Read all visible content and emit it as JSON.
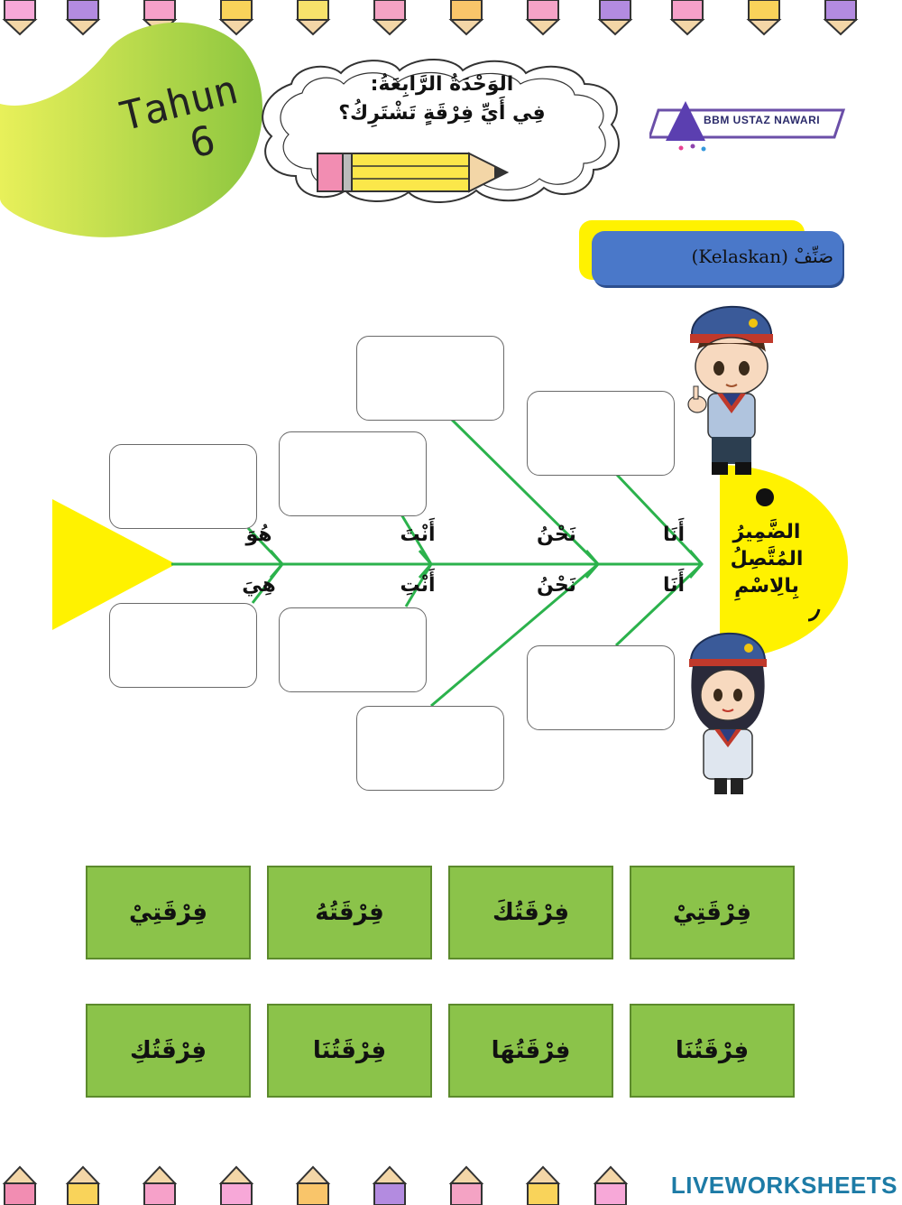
{
  "header": {
    "grade_label": "Tahun",
    "grade_number": "6",
    "unit_title": "الوَحْدَةُ الرَّابِعَةُ:",
    "unit_subtitle": "فِي أَيِّ فِرْقَةٍ تَشْتَرِكُ؟",
    "brand": "BBM USTAZ NAWARI"
  },
  "instruction": {
    "text": "صَنِّفْ (Kelaskan)"
  },
  "diagram": {
    "head_line1": "الضَّمِيرُ",
    "head_line2": "المُتَّصِلُ",
    "head_line3": "بِالِاسْمِ",
    "top_labels": [
      "أَنَا",
      "نَحْنُ",
      "أَنْتَ",
      "هُوَ"
    ],
    "bottom_labels": [
      "أَنَا",
      "نَحْنُ",
      "أَنْتِ",
      "هِيَ"
    ]
  },
  "word_cards": {
    "row1": [
      "فِرْقَتِيْ",
      "فِرْقَتُكَ",
      "فِرْقَتُهُ",
      "فِرْقَتِيْ"
    ],
    "row2": [
      "فِرْقَتُنَا",
      "فِرْقَتُهَا",
      "فِرْقَتُنَا",
      "فِرْقَتُكِ"
    ]
  },
  "footer": {
    "watermark": "LIVEWORKSHEETS"
  },
  "colors": {
    "lime": "#a6ce39",
    "yellow": "#fff200",
    "blue": "#4a78c9",
    "card_green": "#8bc34a",
    "spine_green": "#2bb24c"
  }
}
